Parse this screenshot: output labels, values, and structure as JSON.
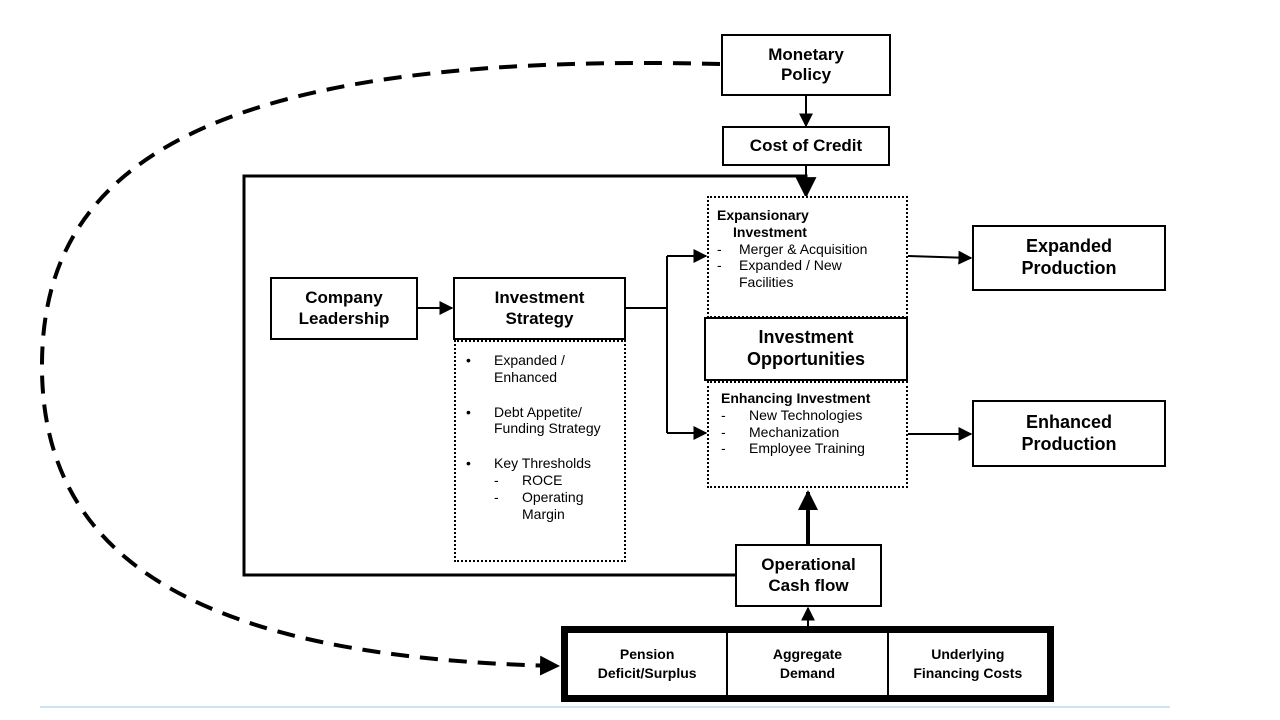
{
  "nodes": {
    "monetary_policy": "Monetary Policy",
    "cost_of_credit": "Cost of Credit",
    "company_leadership": "Company Leadership",
    "investment_strategy": "Investment Strategy",
    "investment_opportunities": "Investment Opportunities",
    "expanded_production": "Expanded Production",
    "enhanced_production": "Enhanced Production",
    "operational_cash_flow": "Operational Cash flow"
  },
  "expansionary": {
    "title_line1": "Expansionary",
    "title_line2": "Investment",
    "items": [
      "Merger & Acquisition",
      "Expanded / New Facilities"
    ]
  },
  "enhancing": {
    "title": "Enhancing Investment",
    "items": [
      "New Technologies",
      "Mechanization",
      "Employee Training"
    ]
  },
  "strategy_details": {
    "bullets": [
      "Expanded / Enhanced",
      "Debt Appetite/ Funding Strategy",
      "Key Thresholds"
    ],
    "sub_items": [
      "ROCE",
      "Operating Margin"
    ]
  },
  "factors": [
    "Pension Deficit/Surplus",
    "Aggregate Demand",
    "Underlying Financing Costs"
  ]
}
